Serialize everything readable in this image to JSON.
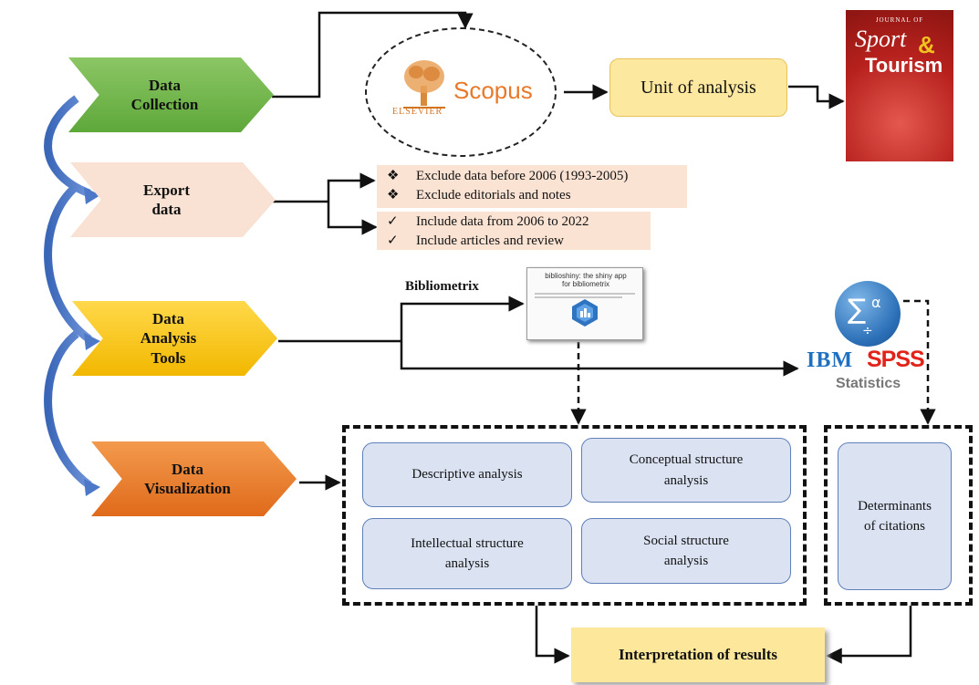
{
  "stages": [
    {
      "id": "collection",
      "label": "Data\nCollection"
    },
    {
      "id": "export",
      "label": "Export\ndata"
    },
    {
      "id": "analysis",
      "label": "Data\nAnalysis\nTools"
    },
    {
      "id": "visualization",
      "label": "Data\nVisualization"
    }
  ],
  "collection": {
    "publisher_word": "ELSEVIER",
    "database_word": "Scopus",
    "unit_label": "Unit of analysis",
    "journal": {
      "top_line": "JOURNAL OF",
      "word_1": "Sport",
      "amp": "&",
      "word_2": "Tourism"
    }
  },
  "export": {
    "exclude": [
      {
        "mark": "❖",
        "text": "Exclude data before 2006 (1993-2005)"
      },
      {
        "mark": "❖",
        "text": "Exclude editorials and notes"
      }
    ],
    "include": [
      {
        "mark": "✓",
        "text": "Include data from 2006 to 2022"
      },
      {
        "mark": "✓",
        "text": "Include articles and review"
      }
    ]
  },
  "tools": {
    "biblio_label": "Bibliometrix",
    "biblio_screenshot_title": "biblioshiny: the shiny app for bibliometrix",
    "spss_brand": "IBM",
    "spss_product": "SPSS",
    "spss_sub": "Statistics",
    "icon_colors": {
      "spss_blue": "#1f70c1",
      "spss_red": "#e2231a"
    }
  },
  "analyses": [
    {
      "id": "descriptive",
      "label": "Descriptive analysis"
    },
    {
      "id": "conceptual",
      "label": "Conceptual structure\nanalysis"
    },
    {
      "id": "intellectual",
      "label": "Intellectual structure\nanalysis"
    },
    {
      "id": "social",
      "label": "Social structure\nanalysis"
    }
  ],
  "determinants": {
    "label": "Determinants\nof citations"
  },
  "result": {
    "label": "Interpretation of results"
  }
}
